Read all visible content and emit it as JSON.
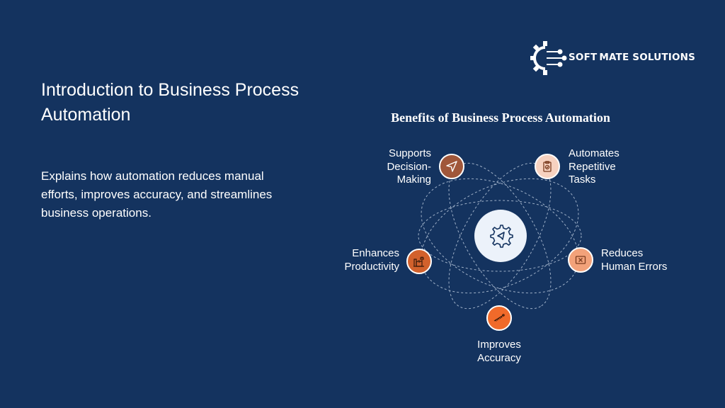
{
  "logo": {
    "text": "SOFT MATE SOLUTIONS"
  },
  "slide": {
    "title": "Introduction to Business Process Automation",
    "description": "Explains how automation reduces manual efforts, improves accuracy, and streamlines business operations."
  },
  "diagram": {
    "title": "Benefits of Business Process Automation",
    "benefits": [
      {
        "label": "Supports Decision-Making",
        "icon": "navigation-arrow-icon",
        "color": "#a0573a"
      },
      {
        "label": "Automates Repetitive Tasks",
        "icon": "clipboard-check-icon",
        "color": "#f7d2c0"
      },
      {
        "label": "Reduces Human Errors",
        "icon": "error-x-icon",
        "color": "#f2a27a"
      },
      {
        "label": "Improves Accuracy",
        "icon": "precision-tool-icon",
        "color": "#f06a2a"
      },
      {
        "label": "Enhances Productivity",
        "icon": "factory-icon",
        "color": "#d2612c"
      }
    ],
    "hub_icon": "gear-icon"
  }
}
